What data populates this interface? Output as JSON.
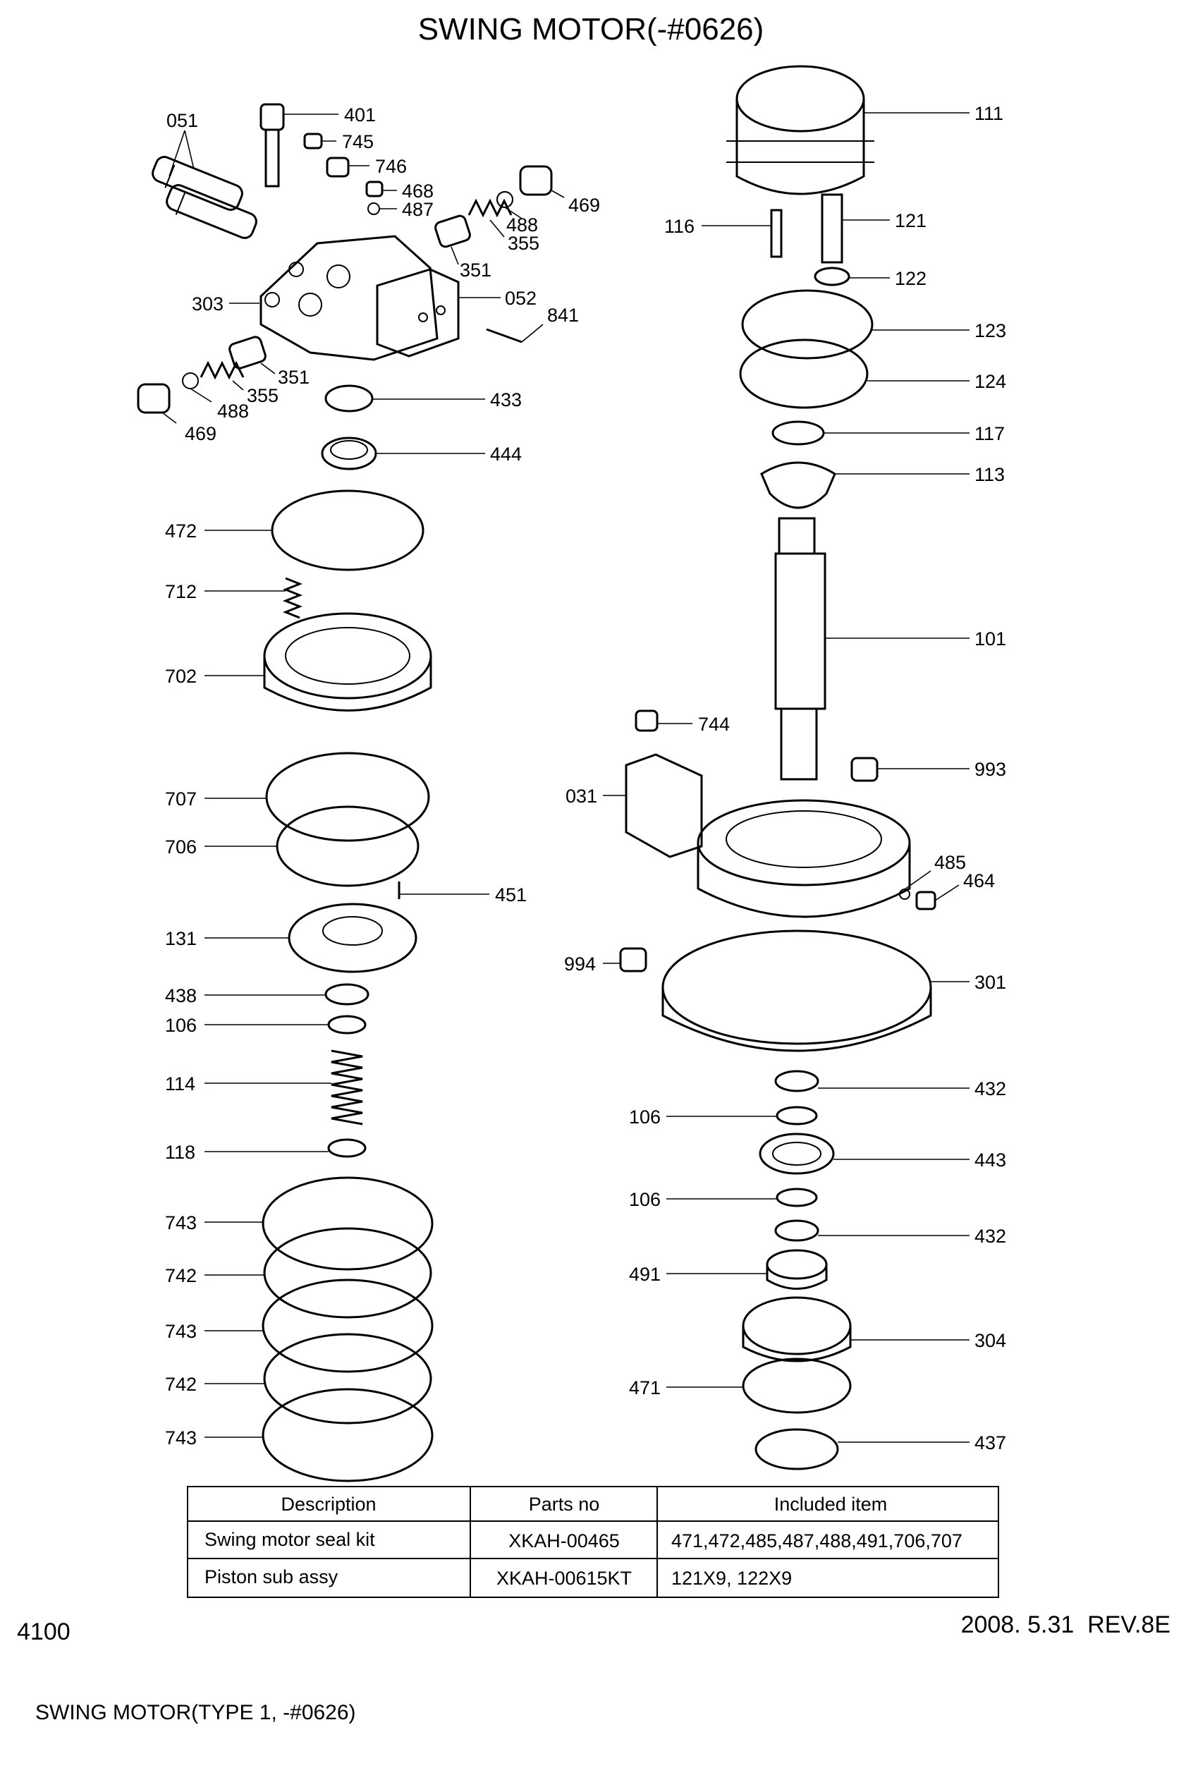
{
  "title": "SWING MOTOR(-#0626)",
  "page_number": "4100",
  "revision": "2008. 5.31  REV.8E",
  "caption": "SWING MOTOR(TYPE 1, -#0626)",
  "callouts": [
    {
      "id": "c051",
      "label": "051"
    },
    {
      "id": "c401",
      "label": "401"
    },
    {
      "id": "c745",
      "label": "745"
    },
    {
      "id": "c746",
      "label": "746"
    },
    {
      "id": "c468",
      "label": "468"
    },
    {
      "id": "c487",
      "label": "487"
    },
    {
      "id": "c469a",
      "label": "469"
    },
    {
      "id": "c488a",
      "label": "488"
    },
    {
      "id": "c355a",
      "label": "355"
    },
    {
      "id": "c351a",
      "label": "351"
    },
    {
      "id": "c052",
      "label": "052"
    },
    {
      "id": "c303",
      "label": "303"
    },
    {
      "id": "c841",
      "label": "841"
    },
    {
      "id": "c351b",
      "label": "351"
    },
    {
      "id": "c355b",
      "label": "355"
    },
    {
      "id": "c488b",
      "label": "488"
    },
    {
      "id": "c469b",
      "label": "469"
    },
    {
      "id": "c433",
      "label": "433"
    },
    {
      "id": "c444",
      "label": "444"
    },
    {
      "id": "c472",
      "label": "472"
    },
    {
      "id": "c712",
      "label": "712"
    },
    {
      "id": "c702",
      "label": "702"
    },
    {
      "id": "c707",
      "label": "707"
    },
    {
      "id": "c706",
      "label": "706"
    },
    {
      "id": "c451",
      "label": "451"
    },
    {
      "id": "c131",
      "label": "131"
    },
    {
      "id": "c438",
      "label": "438"
    },
    {
      "id": "c106a",
      "label": "106"
    },
    {
      "id": "c114",
      "label": "114"
    },
    {
      "id": "c118",
      "label": "118"
    },
    {
      "id": "c743a",
      "label": "743"
    },
    {
      "id": "c742a",
      "label": "742"
    },
    {
      "id": "c743b",
      "label": "743"
    },
    {
      "id": "c742b",
      "label": "742"
    },
    {
      "id": "c743c",
      "label": "743"
    },
    {
      "id": "c111",
      "label": "111"
    },
    {
      "id": "c116",
      "label": "116"
    },
    {
      "id": "c121",
      "label": "121"
    },
    {
      "id": "c122",
      "label": "122"
    },
    {
      "id": "c123",
      "label": "123"
    },
    {
      "id": "c124",
      "label": "124"
    },
    {
      "id": "c117",
      "label": "117"
    },
    {
      "id": "c113",
      "label": "113"
    },
    {
      "id": "c101",
      "label": "101"
    },
    {
      "id": "c744",
      "label": "744"
    },
    {
      "id": "c031",
      "label": "031"
    },
    {
      "id": "c993",
      "label": "993"
    },
    {
      "id": "c485",
      "label": "485"
    },
    {
      "id": "c464",
      "label": "464"
    },
    {
      "id": "c994",
      "label": "994"
    },
    {
      "id": "c301",
      "label": "301"
    },
    {
      "id": "c432a",
      "label": "432"
    },
    {
      "id": "c106b",
      "label": "106"
    },
    {
      "id": "c443",
      "label": "443"
    },
    {
      "id": "c106c",
      "label": "106"
    },
    {
      "id": "c432b",
      "label": "432"
    },
    {
      "id": "c491",
      "label": "491"
    },
    {
      "id": "c304",
      "label": "304"
    },
    {
      "id": "c471",
      "label": "471"
    },
    {
      "id": "c437",
      "label": "437"
    }
  ],
  "table": {
    "headers": [
      "Description",
      "Parts no",
      "Included item"
    ],
    "rows": [
      [
        "Swing motor seal kit",
        "XKAH-00465",
        "471,472,485,487,488,491,706,707"
      ],
      [
        "Piston sub assy",
        "XKAH-00615KT",
        "121X9, 122X9"
      ]
    ]
  }
}
